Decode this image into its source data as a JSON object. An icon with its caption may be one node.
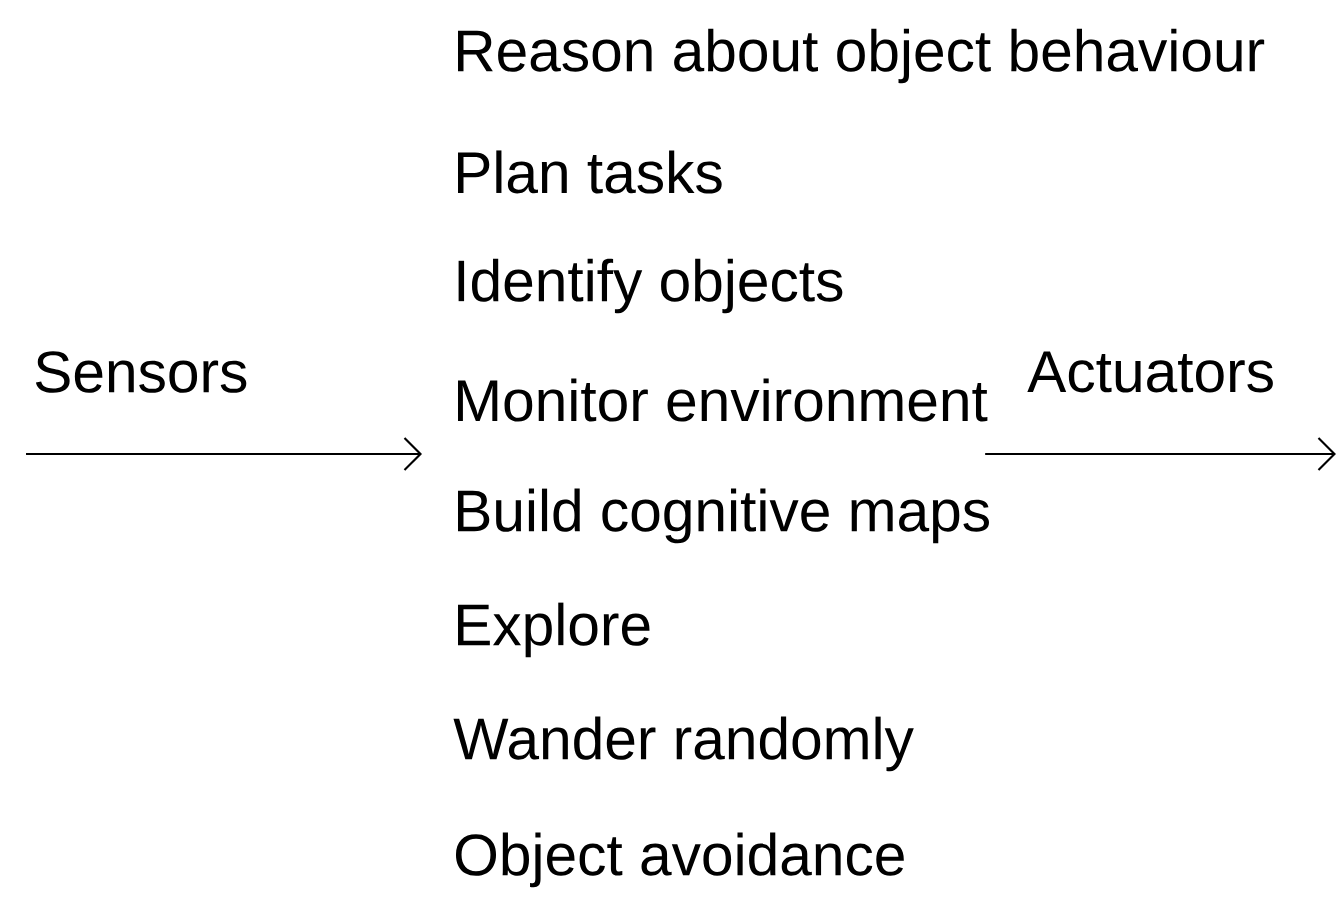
{
  "diagram": {
    "nodes": [
      {
        "text": [
          "Reason about object behaviour"
        ]
      },
      {
        "text": [
          "Plan tasks"
        ]
      },
      {
        "text": [
          "Identify  objects"
        ]
      },
      {
        "text": [
          "Monitor environment"
        ]
      },
      {
        "text": [
          "Build cognitive maps"
        ]
      },
      {
        "text": [
          "Explore"
        ]
      },
      {
        "text": [
          "Wander randomly"
        ]
      },
      {
        "text": [
          "Object avoidance"
        ]
      }
    ],
    "edges": [
      {
        "from": null,
        "to": 3,
        "arrow": "to",
        "label": "Sensors"
      },
      {
        "from": 3,
        "to": null,
        "arrow": "to",
        "label": "Actuators"
      }
    ]
  }
}
